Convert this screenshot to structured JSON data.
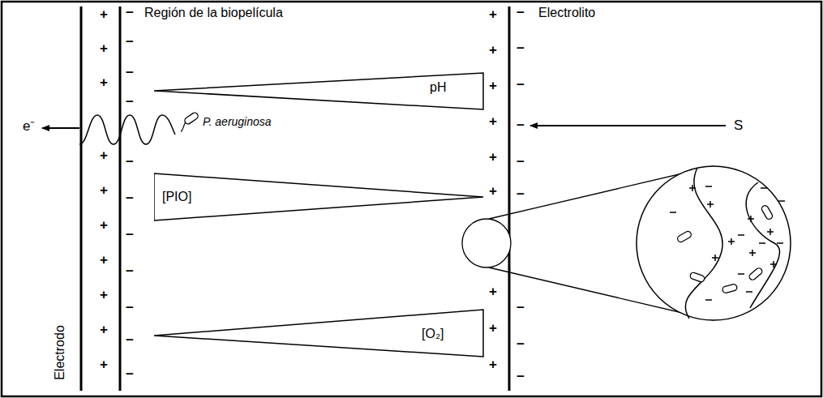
{
  "diagram": {
    "nodes": [
      {
        "text": [
          "pH"
        ]
      },
      {
        "text": [
          "[PIO]"
        ]
      },
      {
        "text": [
          "[O₂]"
        ]
      }
    ],
    "labels": [
      "Región de la biopelícula",
      "Electrolito",
      "S",
      "e⁻",
      "P. aeruginosa",
      "Electrodo",
      "+",
      "+",
      "+",
      "+",
      "+",
      "+",
      "+",
      "+",
      "+",
      "+",
      "−",
      "−",
      "−",
      "−",
      "−",
      "−",
      "−",
      "−",
      "−",
      "−",
      "−",
      "+",
      "+",
      "+",
      "+",
      "+",
      "+",
      "+",
      "+",
      "+",
      "−",
      "−",
      "−",
      "−",
      "−",
      "−",
      "−",
      "−",
      "−"
    ]
  }
}
